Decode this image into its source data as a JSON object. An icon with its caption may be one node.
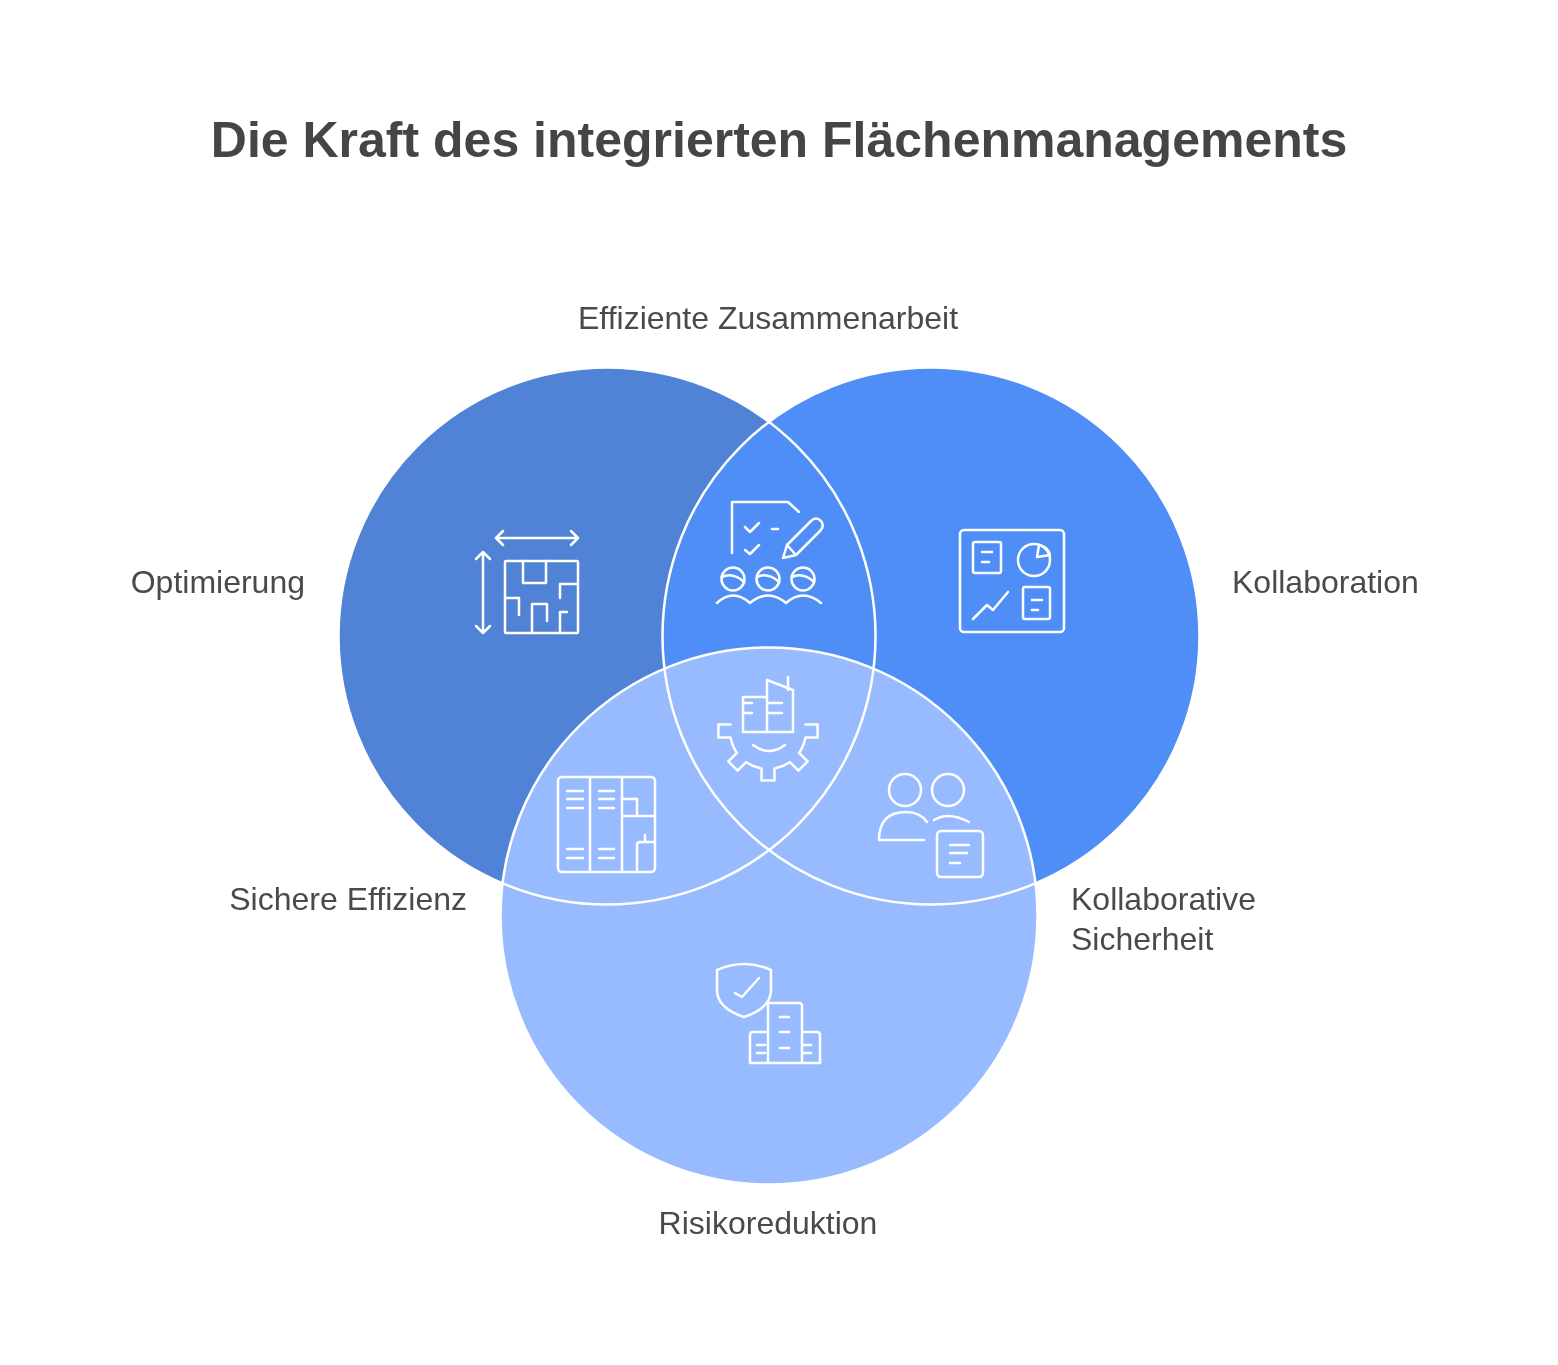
{
  "diagram": {
    "title": "Die Kraft des integrierten Flächenmanagements",
    "nodes": [
      {
        "text": [],
        "shape": "circle",
        "beside": [
          "Optimierung"
        ]
      },
      {
        "text": [],
        "shape": "circle",
        "beside": [
          "Kollaboration"
        ]
      },
      {
        "text": [],
        "shape": "circle",
        "beside": [
          "Risikoreduktion"
        ]
      }
    ],
    "labels": [
      "Effiziente Zusammenarbeit",
      "Sichere Effizienz",
      "Kollaborative Sicherheit"
    ]
  }
}
